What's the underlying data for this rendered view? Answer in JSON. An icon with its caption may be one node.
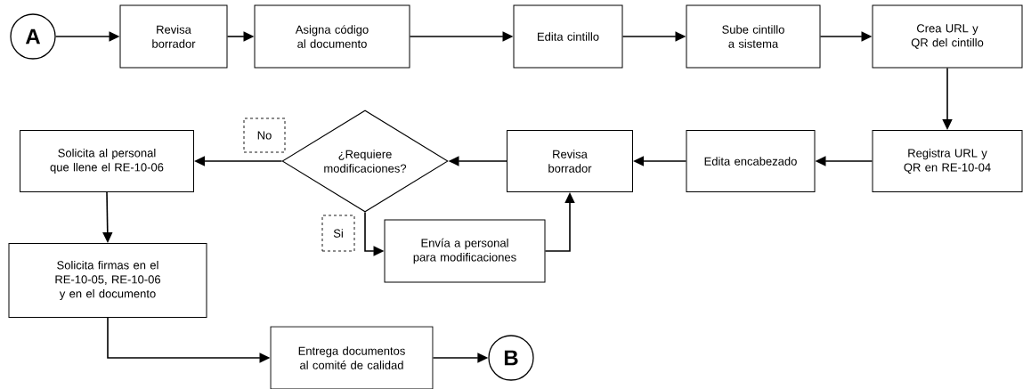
{
  "diagram": {
    "nodes": [
      {
        "text": [
          "A"
        ]
      },
      {
        "text": [
          "Revisa borrador"
        ]
      },
      {
        "text": [
          "Asigna código al documento"
        ]
      },
      {
        "text": [
          "Edita cintillo"
        ]
      },
      {
        "text": [
          "Sube cintillo a sistema"
        ]
      },
      {
        "text": [
          "Crea URL y QR del cintillo"
        ]
      },
      {
        "text": [
          "Registra URL y QR en RE-10-04"
        ]
      },
      {
        "text": [
          "Edita encabezado"
        ]
      },
      {
        "text": [
          "Revisa borrador"
        ]
      },
      {
        "text": [
          "¿Requiere modificaciones?"
        ]
      },
      {
        "text": [
          "Solicita al personal que llene el RE-10-06"
        ]
      },
      {
        "text": [
          "Envía a personal para modificaciones"
        ]
      },
      {
        "text": [
          "Solicita firmas en el RE-10-05, RE-10-06 y en el documento"
        ]
      },
      {
        "text": [
          "Entrega documentos al comité de calidad"
        ]
      },
      {
        "text": [
          "B"
        ]
      }
    ],
    "edges": [
      {
        "from": 0,
        "to": 1,
        "arrow": "to"
      },
      {
        "from": 1,
        "to": 2,
        "arrow": "to"
      },
      {
        "from": 2,
        "to": 3,
        "arrow": "to"
      },
      {
        "from": 3,
        "to": 4,
        "arrow": "to"
      },
      {
        "from": 4,
        "to": 5,
        "arrow": "to"
      },
      {
        "from": 5,
        "to": 6,
        "arrow": "to"
      },
      {
        "from": 6,
        "to": 7,
        "arrow": "to"
      },
      {
        "from": 7,
        "to": 8,
        "arrow": "to"
      },
      {
        "from": 8,
        "to": 9,
        "arrow": "to"
      },
      {
        "from": 9,
        "to": 10,
        "arrow": "to",
        "label": "No"
      },
      {
        "from": 9,
        "to": 11,
        "arrow": "to",
        "label": "Si"
      },
      {
        "from": 11,
        "to": 8,
        "arrow": "to"
      },
      {
        "from": 10,
        "to": 12,
        "arrow": "to"
      },
      {
        "from": 12,
        "to": 13,
        "arrow": "to"
      },
      {
        "from": 13,
        "to": 14,
        "arrow": "to"
      }
    ]
  }
}
